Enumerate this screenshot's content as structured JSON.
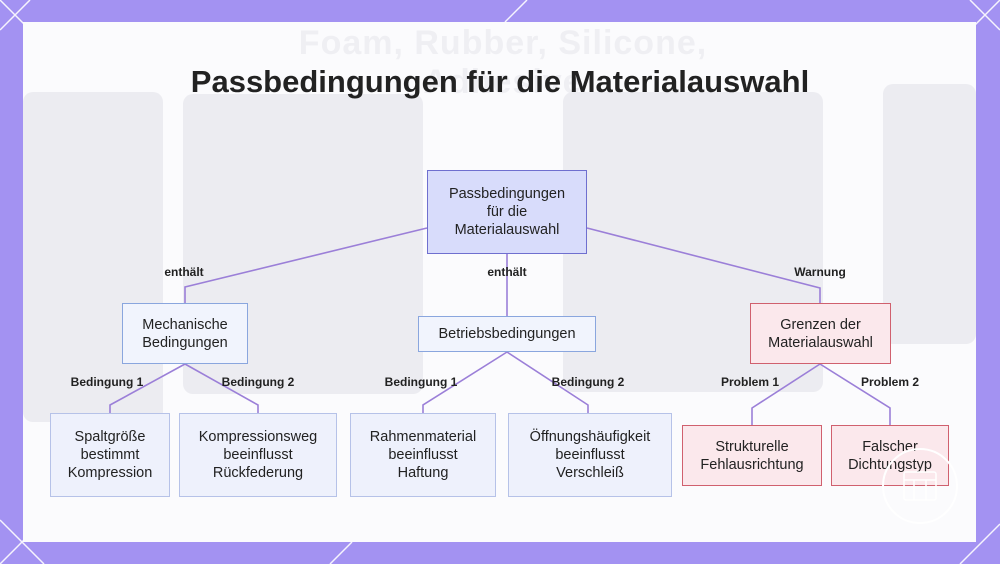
{
  "title": "Passbedingungen für die Materialauswahl",
  "background_faded_text": "Foam, Rubber, Silicone, Adhesive",
  "nodes": {
    "root": "Passbedingungen\nfür die\nMaterialauswahl",
    "mech": "Mechanische\nBedingungen",
    "betrieb": "Betriebsbedingungen",
    "grenzen": "Grenzen der\nMaterialauswahl",
    "spalt": "Spaltgröße\nbestimmt\nKompression",
    "kompr": "Kompressionsweg\nbeeinflusst\nRückfederung",
    "rahmen": "Rahmenmaterial\nbeeinflusst\nHaftung",
    "oeff": "Öffnungshäufigkeit\nbeeinflusst\nVerschleiß",
    "struk": "Strukturelle\nFehlausrichtung",
    "falsch": "Falscher\nDichtungstyp"
  },
  "edge_labels": {
    "root_mech": "enthält",
    "root_betrieb": "enthält",
    "root_grenzen": "Warnung",
    "mech_spalt": "Bedingung 1",
    "mech_kompr": "Bedingung 2",
    "betrieb_rahmen": "Bedingung 1",
    "betrieb_oeff": "Bedingung 2",
    "grenzen_struk": "Problem 1",
    "grenzen_falsch": "Problem 2"
  },
  "colors": {
    "frame": "#a392f2",
    "edge": "#9b7fd8",
    "root_fill": "#d8dcfb",
    "warn_fill": "#fbe8ec",
    "warn_border": "#d0606e"
  }
}
